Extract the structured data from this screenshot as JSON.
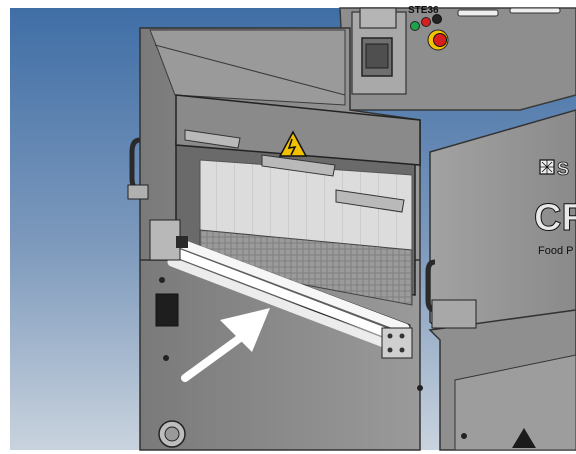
{
  "machine": {
    "control_panel_label": "STE36",
    "brand_partial": "S",
    "model_partial": "CR",
    "subtitle_partial": "Food P"
  },
  "icons": {
    "warning": "electrical-hazard-icon",
    "arrow": "pointer-arrow-icon",
    "logo": "brand-logo-icon"
  },
  "colors": {
    "background_top": "#3f6ea6",
    "background_bottom": "#b8c6d6",
    "machine_body": "#8c8c8c",
    "machine_dark": "#4a4a4a",
    "warning_yellow": "#f2c200",
    "emergency_red": "#d81f1f",
    "indicator_green": "#1fa34a",
    "arrow_white": "#ffffff"
  }
}
